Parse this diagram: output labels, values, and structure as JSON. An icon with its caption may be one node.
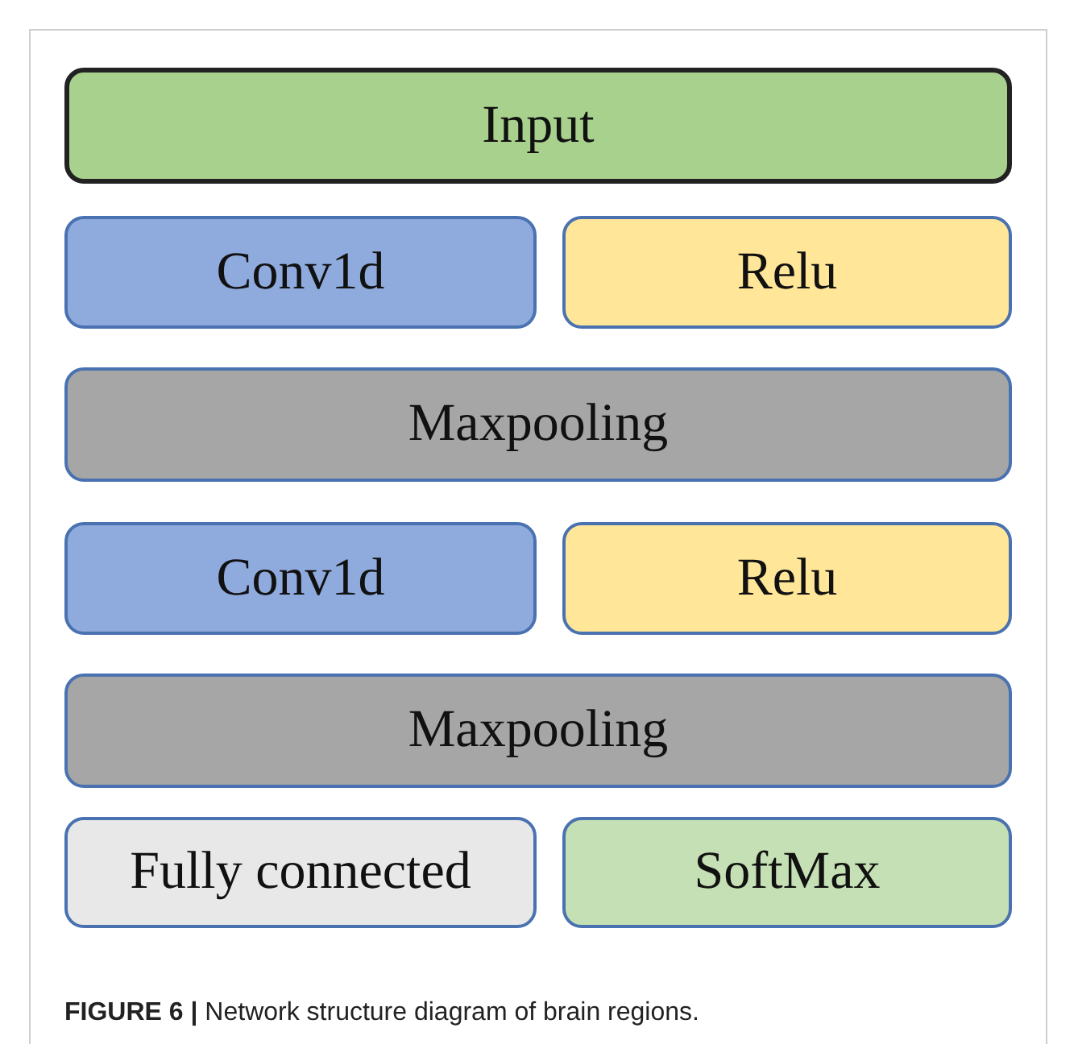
{
  "diagram": {
    "caption": "**FIGURE 6 |** Network structure diagram of brain regions.",
    "nodes": [
      {
        "text": [
          "Input"
        ]
      },
      {
        "text": [
          "Conv1d"
        ]
      },
      {
        "text": [
          "Relu"
        ]
      },
      {
        "text": [
          "Maxpooling"
        ]
      },
      {
        "text": [
          "Conv1d"
        ]
      },
      {
        "text": [
          "Relu"
        ]
      },
      {
        "text": [
          "Maxpooling"
        ]
      },
      {
        "text": [
          "Fully connected"
        ]
      },
      {
        "text": [
          "SoftMax"
        ]
      }
    ],
    "edges": []
  }
}
